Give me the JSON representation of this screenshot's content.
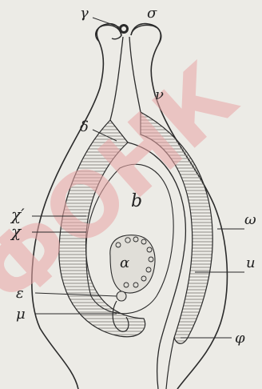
{
  "figure": {
    "labels": {
      "gamma": "γ",
      "sigma": "σ",
      "nu": "ν",
      "delta": "δ",
      "b": "b",
      "chi_prime": "χ′",
      "chi": "χ",
      "omega": "ω",
      "u": "u",
      "alpha": "α",
      "epsilon": "ε",
      "mu": "μ",
      "phi": "φ"
    },
    "watermark": "ФОНК",
    "colors": {
      "paper": "#ecebe6",
      "ink": "#2a2a2a",
      "hatch": "#9a9893",
      "watermark": "#e9a6a6"
    }
  }
}
